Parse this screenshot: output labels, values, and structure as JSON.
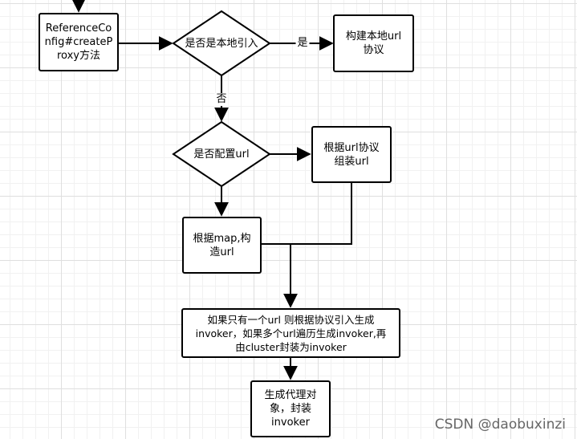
{
  "nodes": {
    "reference_config": {
      "lines": [
        "ReferenceCo",
        "nfig#createP",
        "roxy方法"
      ]
    },
    "is_local": {
      "lines": [
        "是否是本地引入"
      ]
    },
    "build_local_url": {
      "lines": [
        "构建本地url",
        "协议"
      ]
    },
    "is_url_configured": {
      "lines": [
        "是否配置url"
      ]
    },
    "assemble_url": {
      "lines": [
        "根据url协议",
        "组装url"
      ]
    },
    "build_from_map": {
      "lines": [
        "根据map,构",
        "造url"
      ]
    },
    "generate_invoker": {
      "lines": [
        "如果只有一个url 则根据协议引入生成",
        "invoker，如果多个url遍历生成invoker,再",
        "由cluster封装为invoker"
      ]
    },
    "create_proxy": {
      "lines": [
        "生成代理对",
        "象，封装",
        "invoker"
      ]
    }
  },
  "edge_labels": {
    "yes": "是",
    "no": "否"
  },
  "watermark": "CSDN @daobuxinzi"
}
